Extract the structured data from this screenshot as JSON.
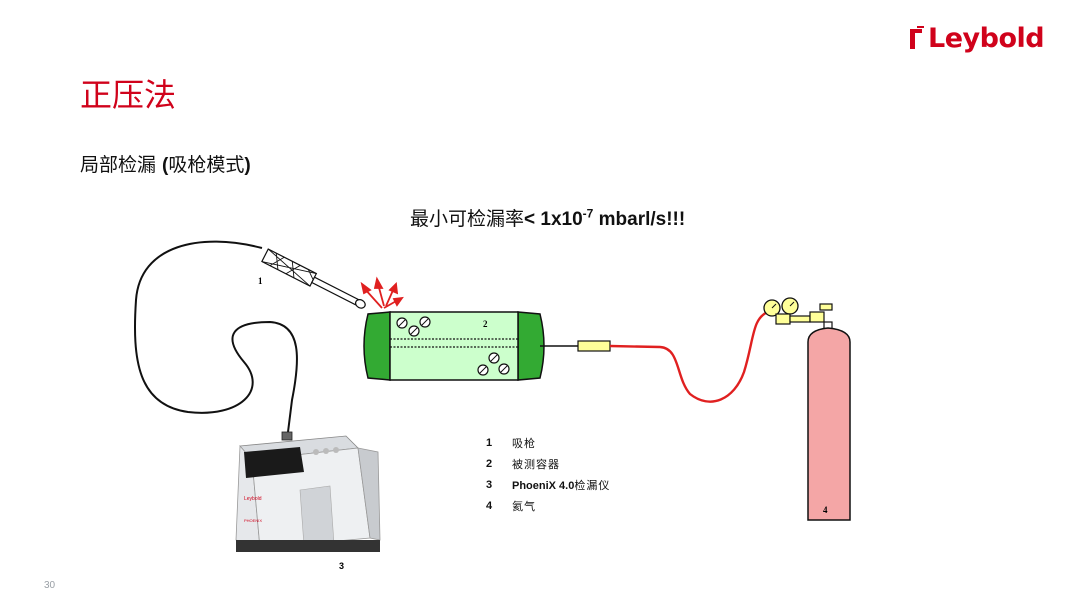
{
  "brand": {
    "name": "Leybold",
    "color": "#d0021b"
  },
  "title": "正压法",
  "subtitle": {
    "text_a": "局部检漏 ",
    "text_b": "(",
    "text_c": "吸枪模式",
    "text_d": ")"
  },
  "rate": {
    "prefix": "最小可检漏率",
    "value": "< 1x10",
    "exponent": "-7",
    "unit": " mbarl/s!!!"
  },
  "labels": {
    "sniffer": "1",
    "vessel": "2",
    "detector": "3",
    "cylinder": "4"
  },
  "legend": [
    {
      "num": "1",
      "text": "吸枪"
    },
    {
      "num": "2",
      "text": "被测容器"
    },
    {
      "num": "3",
      "text_latin": "PhoeniX 4.0",
      "text": "检漏仪"
    },
    {
      "num": "4",
      "text": "氦气"
    }
  ],
  "detector_brand": "Leybold",
  "detector_model": "PHOENIX",
  "page_number": "30",
  "colors": {
    "vessel_fill": "#ccffcc",
    "vessel_caps": "#33aa33",
    "cylinder": "#f4a6a6",
    "hose": "#e02020",
    "arrows": "#e02020",
    "regulator": "#ffff99"
  }
}
